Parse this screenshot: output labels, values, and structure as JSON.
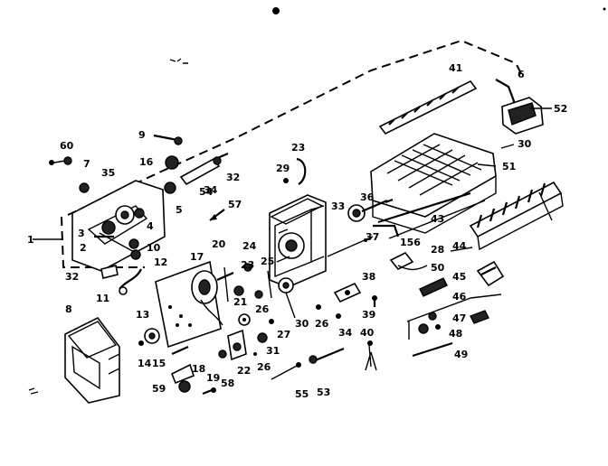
{
  "callouts": [
    {
      "id": "c-60",
      "text": "60"
    },
    {
      "id": "c-7",
      "text": "7"
    },
    {
      "id": "c-35",
      "text": "35"
    },
    {
      "id": "c-9",
      "text": "9"
    },
    {
      "id": "c-16",
      "text": "16"
    },
    {
      "id": "c-5",
      "text": "5"
    },
    {
      "id": "c-34a",
      "text": "34"
    },
    {
      "id": "c-32a",
      "text": "32"
    },
    {
      "id": "c-23a",
      "text": "23"
    },
    {
      "id": "c-29",
      "text": "29"
    },
    {
      "id": "c-41",
      "text": "41"
    },
    {
      "id": "c-6",
      "text": "6"
    },
    {
      "id": "c-52",
      "text": "52"
    },
    {
      "id": "c-30a",
      "text": "30"
    },
    {
      "id": "c-51",
      "text": "51"
    },
    {
      "id": "c-36",
      "text": "36"
    },
    {
      "id": "c-33",
      "text": "33"
    },
    {
      "id": "c-57",
      "text": "57"
    },
    {
      "id": "c-3",
      "text": "3"
    },
    {
      "id": "c-2",
      "text": "2"
    },
    {
      "id": "c-4",
      "text": "4"
    },
    {
      "id": "c-1",
      "text": "1"
    },
    {
      "id": "c-10",
      "text": "10"
    },
    {
      "id": "c-32b",
      "text": "32"
    },
    {
      "id": "c-11",
      "text": "11"
    },
    {
      "id": "c-12",
      "text": "12"
    },
    {
      "id": "c-17",
      "text": "17"
    },
    {
      "id": "c-20",
      "text": "20"
    },
    {
      "id": "c-24",
      "text": "24"
    },
    {
      "id": "c-23b",
      "text": "23"
    },
    {
      "id": "c-25",
      "text": "25"
    },
    {
      "id": "c-37",
      "text": "37"
    },
    {
      "id": "c-43",
      "text": "43"
    },
    {
      "id": "c-44",
      "text": "44"
    },
    {
      "id": "c-156",
      "text": "156"
    },
    {
      "id": "c-28",
      "text": "28"
    },
    {
      "id": "c-50",
      "text": "50"
    },
    {
      "id": "c-45",
      "text": "45"
    },
    {
      "id": "c-38",
      "text": "38"
    },
    {
      "id": "c-46",
      "text": "46"
    },
    {
      "id": "c-47",
      "text": "47"
    },
    {
      "id": "c-48",
      "text": "48"
    },
    {
      "id": "c-49",
      "text": "49"
    },
    {
      "id": "c-8",
      "text": "8"
    },
    {
      "id": "c-13",
      "text": "13"
    },
    {
      "id": "c-14",
      "text": "14"
    },
    {
      "id": "c-15",
      "text": "15"
    },
    {
      "id": "c-18",
      "text": "18"
    },
    {
      "id": "c-59",
      "text": "59"
    },
    {
      "id": "c-19",
      "text": "19"
    },
    {
      "id": "c-58",
      "text": "58"
    },
    {
      "id": "c-21",
      "text": "21"
    },
    {
      "id": "c-22",
      "text": "22"
    },
    {
      "id": "c-26a",
      "text": "26"
    },
    {
      "id": "c-26b",
      "text": "26"
    },
    {
      "id": "c-26c",
      "text": "26"
    },
    {
      "id": "c-27",
      "text": "27"
    },
    {
      "id": "c-30b",
      "text": "30"
    },
    {
      "id": "c-31",
      "text": "31"
    },
    {
      "id": "c-39",
      "text": "39"
    },
    {
      "id": "c-40",
      "text": "40"
    },
    {
      "id": "c-34b",
      "text": "34"
    },
    {
      "id": "c-55",
      "text": "55"
    },
    {
      "id": "c-53",
      "text": "53"
    },
    {
      "id": "c-54",
      "text": "54"
    }
  ]
}
